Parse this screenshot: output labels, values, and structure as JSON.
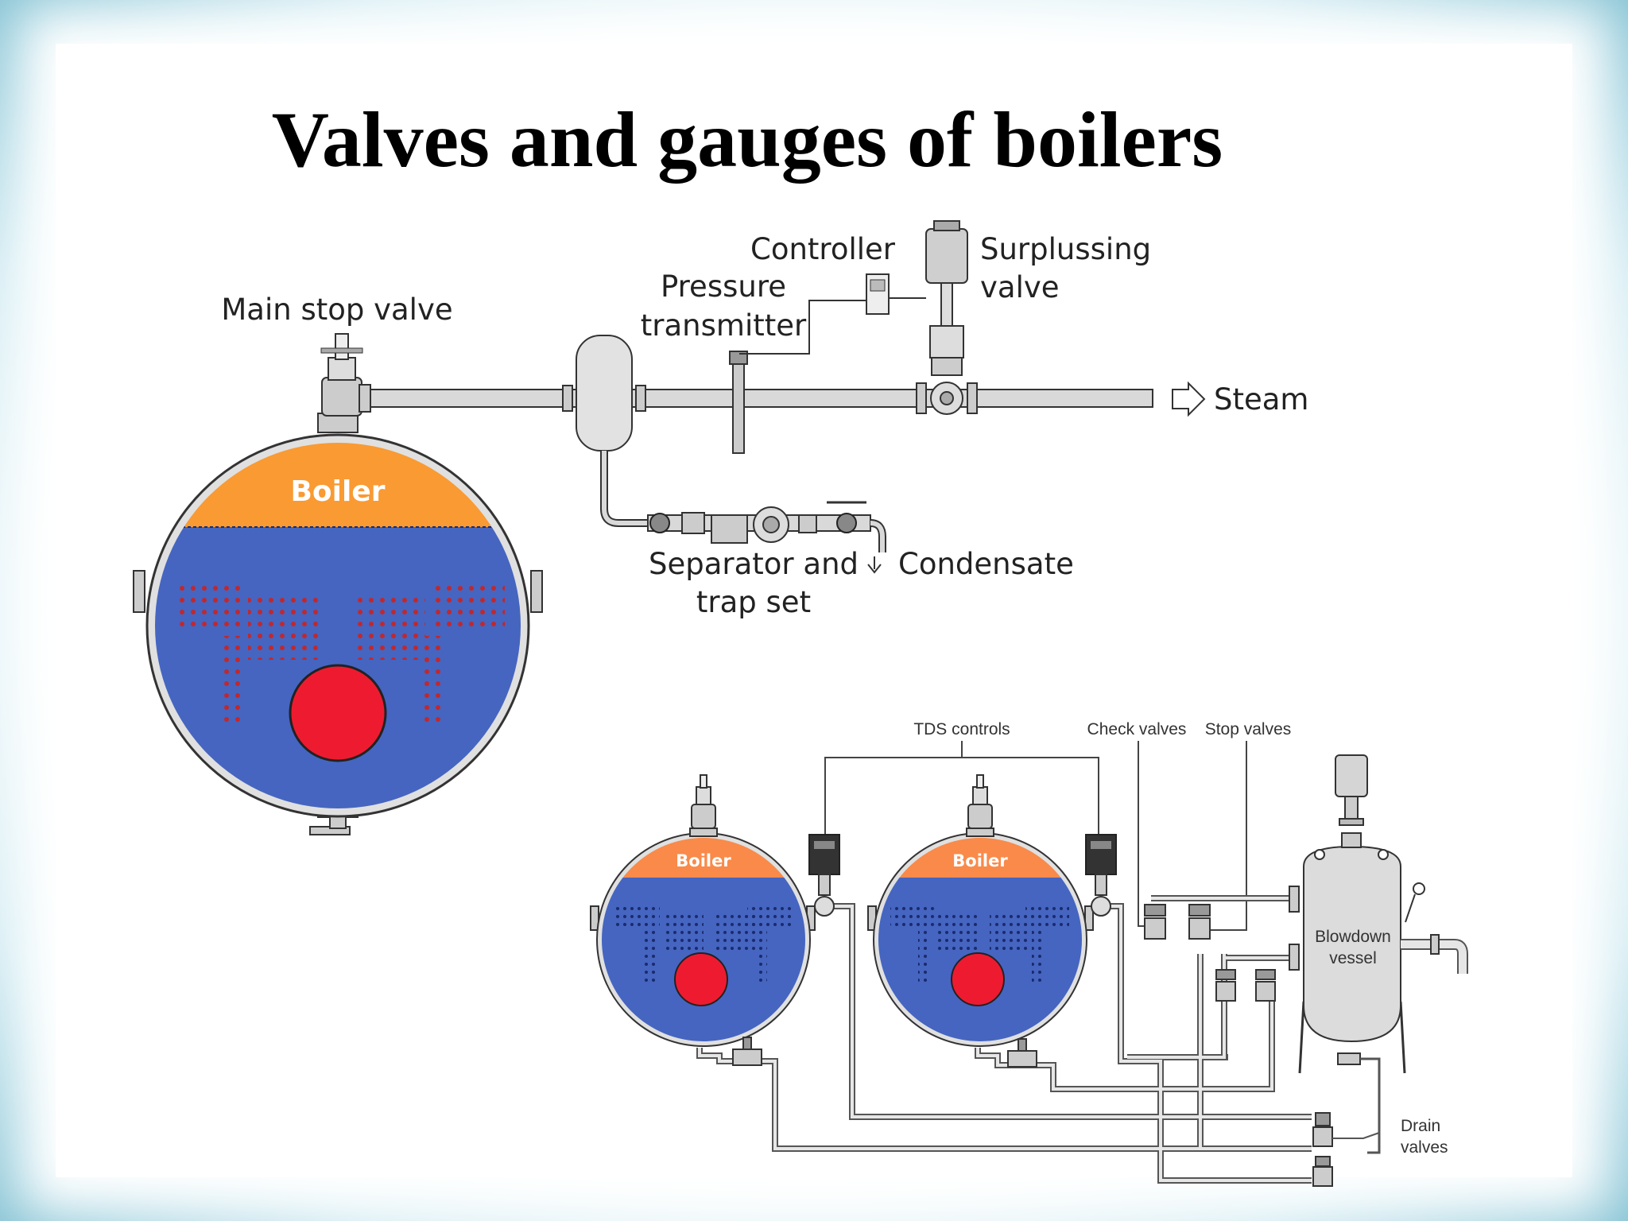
{
  "title": "Valves and gauges of boilers",
  "diagram1": {
    "labels": {
      "main_stop_valve": "Main stop valve",
      "controller": "Controller",
      "pressure_line1": "Pressure",
      "pressure_line2": "transmitter",
      "surplussing_line1": "Surplussing",
      "surplussing_line2": "valve",
      "steam": "Steam",
      "separator_line1": "Separator and",
      "separator_line2": "trap set",
      "condensate": "Condensate",
      "boiler": "Boiler"
    }
  },
  "diagram2": {
    "labels": {
      "tds_controls": "TDS controls",
      "check_valves": "Check valves",
      "stop_valves": "Stop valves",
      "boiler_a": "Boiler",
      "boiler_b": "Boiler",
      "blowdown_line1": "Blowdown",
      "blowdown_line2": "vessel",
      "drain_line1": "Drain",
      "drain_line2": "valves"
    }
  },
  "colors": {
    "water": "#4565c0",
    "steam_space_large": "#f99a33",
    "steam_space_small": "#f98a4a",
    "furnace": "#ee1b30",
    "tubes": "#c0282e",
    "pipe": "#d9d9d9",
    "vessel": "#dcdcdc"
  }
}
